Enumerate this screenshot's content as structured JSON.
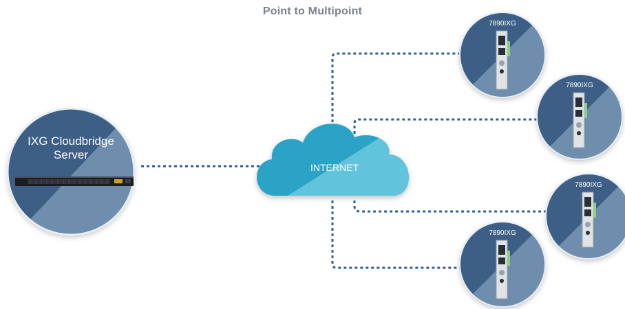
{
  "title": "Point to Multipoint",
  "server": {
    "label_line1": "IXG Cloudbridge",
    "label_line2": "Server"
  },
  "cloud": {
    "label": "INTERNET"
  },
  "devices": [
    {
      "label": "7890IXG"
    },
    {
      "label": "7890IXG"
    },
    {
      "label": "7890IXG"
    },
    {
      "label": "7890IXG"
    }
  ],
  "colors": {
    "circle_dark": "#3d5f86",
    "circle_light": "#6f8eae",
    "cloud_dark": "#2aa3c6",
    "cloud_light": "#62c3dd",
    "connector": "#2a5f9e",
    "title": "#7b8289"
  }
}
